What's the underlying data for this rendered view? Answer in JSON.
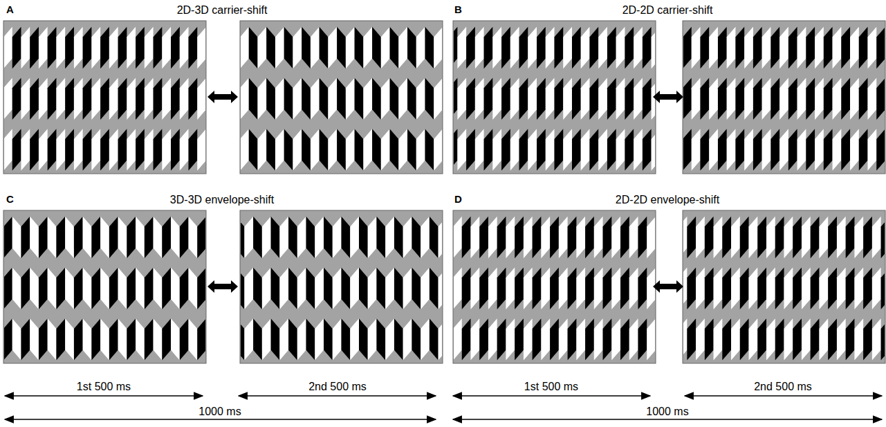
{
  "diagram": {
    "labels": [
      "A",
      "2D-3D carrier-shift",
      "B",
      "2D-2D carrier-shift",
      "C",
      "3D-3D envelope-shift",
      "D",
      "2D-2D envelope-shift",
      "1st 500 ms",
      "2nd 500 ms",
      "1000 ms",
      "1st 500 ms",
      "2nd 500 ms",
      "1000 ms"
    ]
  }
}
